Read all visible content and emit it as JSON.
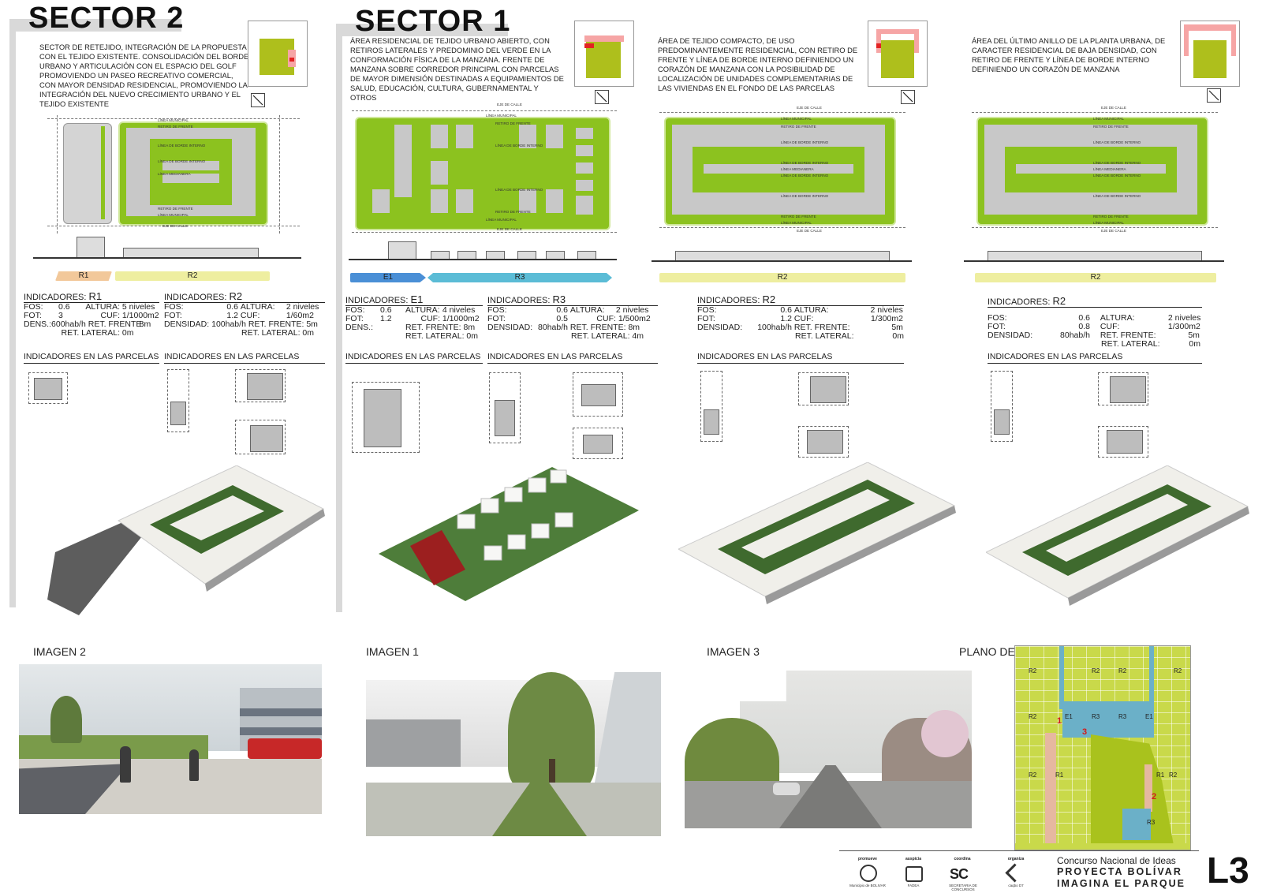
{
  "sector2": {
    "title": "SECTOR 2",
    "description": "SECTOR DE RETEJIDO, INTEGRACIÓN DE LA PROPUESTA CON EL TEJIDO EXISTENTE. CONSOLIDACIÓN DEL BORDE URBANO Y ARTICULACIÓN CON EL ESPACIO DEL GOLF PROMOVIENDO UN PASEO RECREATIVO COMERCIAL, CON MAYOR DENSIDAD RESIDENCIAL, PROMOVIENDO LA INTEGRACIÓN DEL NUEVO CRECIMIENTO URBANO Y EL TEJIDO EXISTENTE",
    "zones": [
      "R1",
      "R2"
    ],
    "indicators": [
      {
        "title": "INDICADORES: ",
        "code": "R1",
        "rows": [
          [
            "FOS:",
            "0.6",
            "ALTURA:",
            "5 niveles"
          ],
          [
            "FOT:",
            "3",
            "CUF:",
            "1/1000m2"
          ],
          [
            "DENS.:",
            "600hab/h",
            "RET. FRENTE:",
            "8m"
          ],
          [
            "",
            "",
            "RET. LATERAL:",
            "0m"
          ]
        ]
      },
      {
        "title": "INDICADORES: ",
        "code": "R2",
        "rows": [
          [
            "FOS:",
            "0.6",
            "ALTURA:",
            "2 niveles"
          ],
          [
            "FOT:",
            "1.2",
            "CUF:",
            "1/60m2"
          ],
          [
            "DENSIDAD:",
            "100hab/h",
            "RET. FRENTE:",
            "5m"
          ],
          [
            "",
            "",
            "RET. LATERAL:",
            "0m"
          ]
        ]
      }
    ]
  },
  "sector1": {
    "title": "SECTOR 1",
    "description": "ÁREA RESIDENCIAL DE TEJIDO URBANO ABIERTO, CON RETIROS LATERALES Y PREDOMINIO DEL VERDE EN LA CONFORMACIÓN FÍSICA DE LA MANZANA. FRENTE DE MANZANA SOBRE CORREDOR PRINCIPAL CON PARCELAS DE MAYOR DIMENSIÓN DESTINADAS A EQUIPAMIENTOS DE SALUD, EDUCACIÓN, CULTURA, GUBERNAMENTAL Y OTROS",
    "zones": [
      "E1",
      "R3"
    ],
    "indicators": [
      {
        "title": "INDICADORES: ",
        "code": "E1",
        "rows": [
          [
            "FOS:",
            "0.6",
            "ALTURA:",
            "4 niveles"
          ],
          [
            "FOT:",
            "1.2",
            "CUF:",
            "1/1000m2"
          ],
          [
            "DENS.:",
            "",
            "RET. FRENTE:",
            "8m"
          ],
          [
            "",
            "",
            "RET. LATERAL:",
            "0m"
          ]
        ]
      },
      {
        "title": "INDICADORES: ",
        "code": "R3",
        "rows": [
          [
            "FOS:",
            "0.6",
            "ALTURA:",
            "2 niveles"
          ],
          [
            "FOT:",
            "0.5",
            "CUF:",
            "1/500m2"
          ],
          [
            "DENSIDAD:",
            "80hab/h",
            "RET. FRENTE:",
            "8m"
          ],
          [
            "",
            "",
            "RET. LATERAL:",
            "4m"
          ]
        ]
      }
    ]
  },
  "sector3": {
    "description": "ÁREA DE TEJIDO COMPACTO, DE USO PREDOMINANTEMENTE RESIDENCIAL, CON RETIRO DE FRENTE Y LÍNEA DE BORDE INTERNO DEFINIENDO UN CORAZÓN DE MANZANA CON LA POSIBILIDAD DE LOCALIZACIÓN DE UNIDADES COMPLEMENTARIAS DE LAS VIVIENDAS EN EL FONDO DE LAS PARCELAS",
    "zones": [
      "R2"
    ],
    "indicators": [
      {
        "title": "INDICADORES: ",
        "code": "R2",
        "rows": [
          [
            "FOS:",
            "0.6",
            "ALTURA:",
            "2 niveles"
          ],
          [
            "FOT:",
            "1.2",
            "CUF:",
            "1/300m2"
          ],
          [
            "DENSIDAD:",
            "100hab/h",
            "RET. FRENTE:",
            "5m"
          ],
          [
            "",
            "",
            "RET. LATERAL:",
            "0m"
          ]
        ]
      }
    ]
  },
  "sector4": {
    "description": "ÁREA DEL ÚLTIMO ANILLO DE LA PLANTA URBANA, DE CARACTER RESIDENCIAL DE BAJA DENSIDAD, CON RETIRO DE FRENTE Y LÍNEA DE BORDE INTERNO DEFINIENDO UN CORAZÓN DE MANZANA",
    "zones": [
      "R2"
    ],
    "indicators": [
      {
        "title": "INDICADORES: ",
        "code": "R2",
        "rows": [
          [
            "FOS:",
            "0.6",
            "ALTURA:",
            "2 niveles"
          ],
          [
            "FOT:",
            "0.8",
            "CUF:",
            "1/300m2"
          ],
          [
            "DENSIDAD:",
            "80hab/h",
            "RET. FRENTE:",
            "5m"
          ],
          [
            "",
            "",
            "RET. LATERAL:",
            "0m"
          ]
        ]
      }
    ]
  },
  "plan_labels": {
    "eje": "EJE DE CALLE",
    "linea_municipal": "LÍNEA MUNICIPAL",
    "retiro_frente": "RETIRO DE FRENTE",
    "borde_interno": "LÍNEA DE BORDE INTERNO",
    "medianera": "LÍNEA MEDIANERA"
  },
  "parcel_heading": "INDICADORES EN LAS PARCELAS",
  "images": {
    "img2": "IMAGEN 2",
    "img1": "IMAGEN 1",
    "img3": "IMAGEN 3",
    "plano": "PLANO DE REFERENCIA"
  },
  "plano_labels": [
    "R2",
    "R2",
    "R2",
    "R2",
    "R2",
    "E1",
    "R3",
    "R3",
    "E1",
    "R2",
    "R1",
    "R1",
    "R2",
    "R3",
    "1",
    "3",
    "2"
  ],
  "footer": {
    "promueve": "promueve",
    "auspicia": "auspicia",
    "coordina": "coordina",
    "organiza": "organiza",
    "logo1": "Municipio de BOLIVAR",
    "logo2": "FADEA",
    "logo3": "SECRETARIA DE CONCURSOS",
    "logo4": "caqbo D7",
    "contest": "Concurso Nacional de Ideas",
    "line1": "PROYECTA BOLÍVAR",
    "line2": "IMAGINA EL PARQUE",
    "sheet": "L3"
  },
  "colors": {
    "green": "#8cc21f",
    "r1": "#f2c89a",
    "r2": "#eeeea0",
    "e1": "#4a8fd6",
    "r3": "#5bbcd6",
    "plano_bg": "#c9d94a"
  }
}
